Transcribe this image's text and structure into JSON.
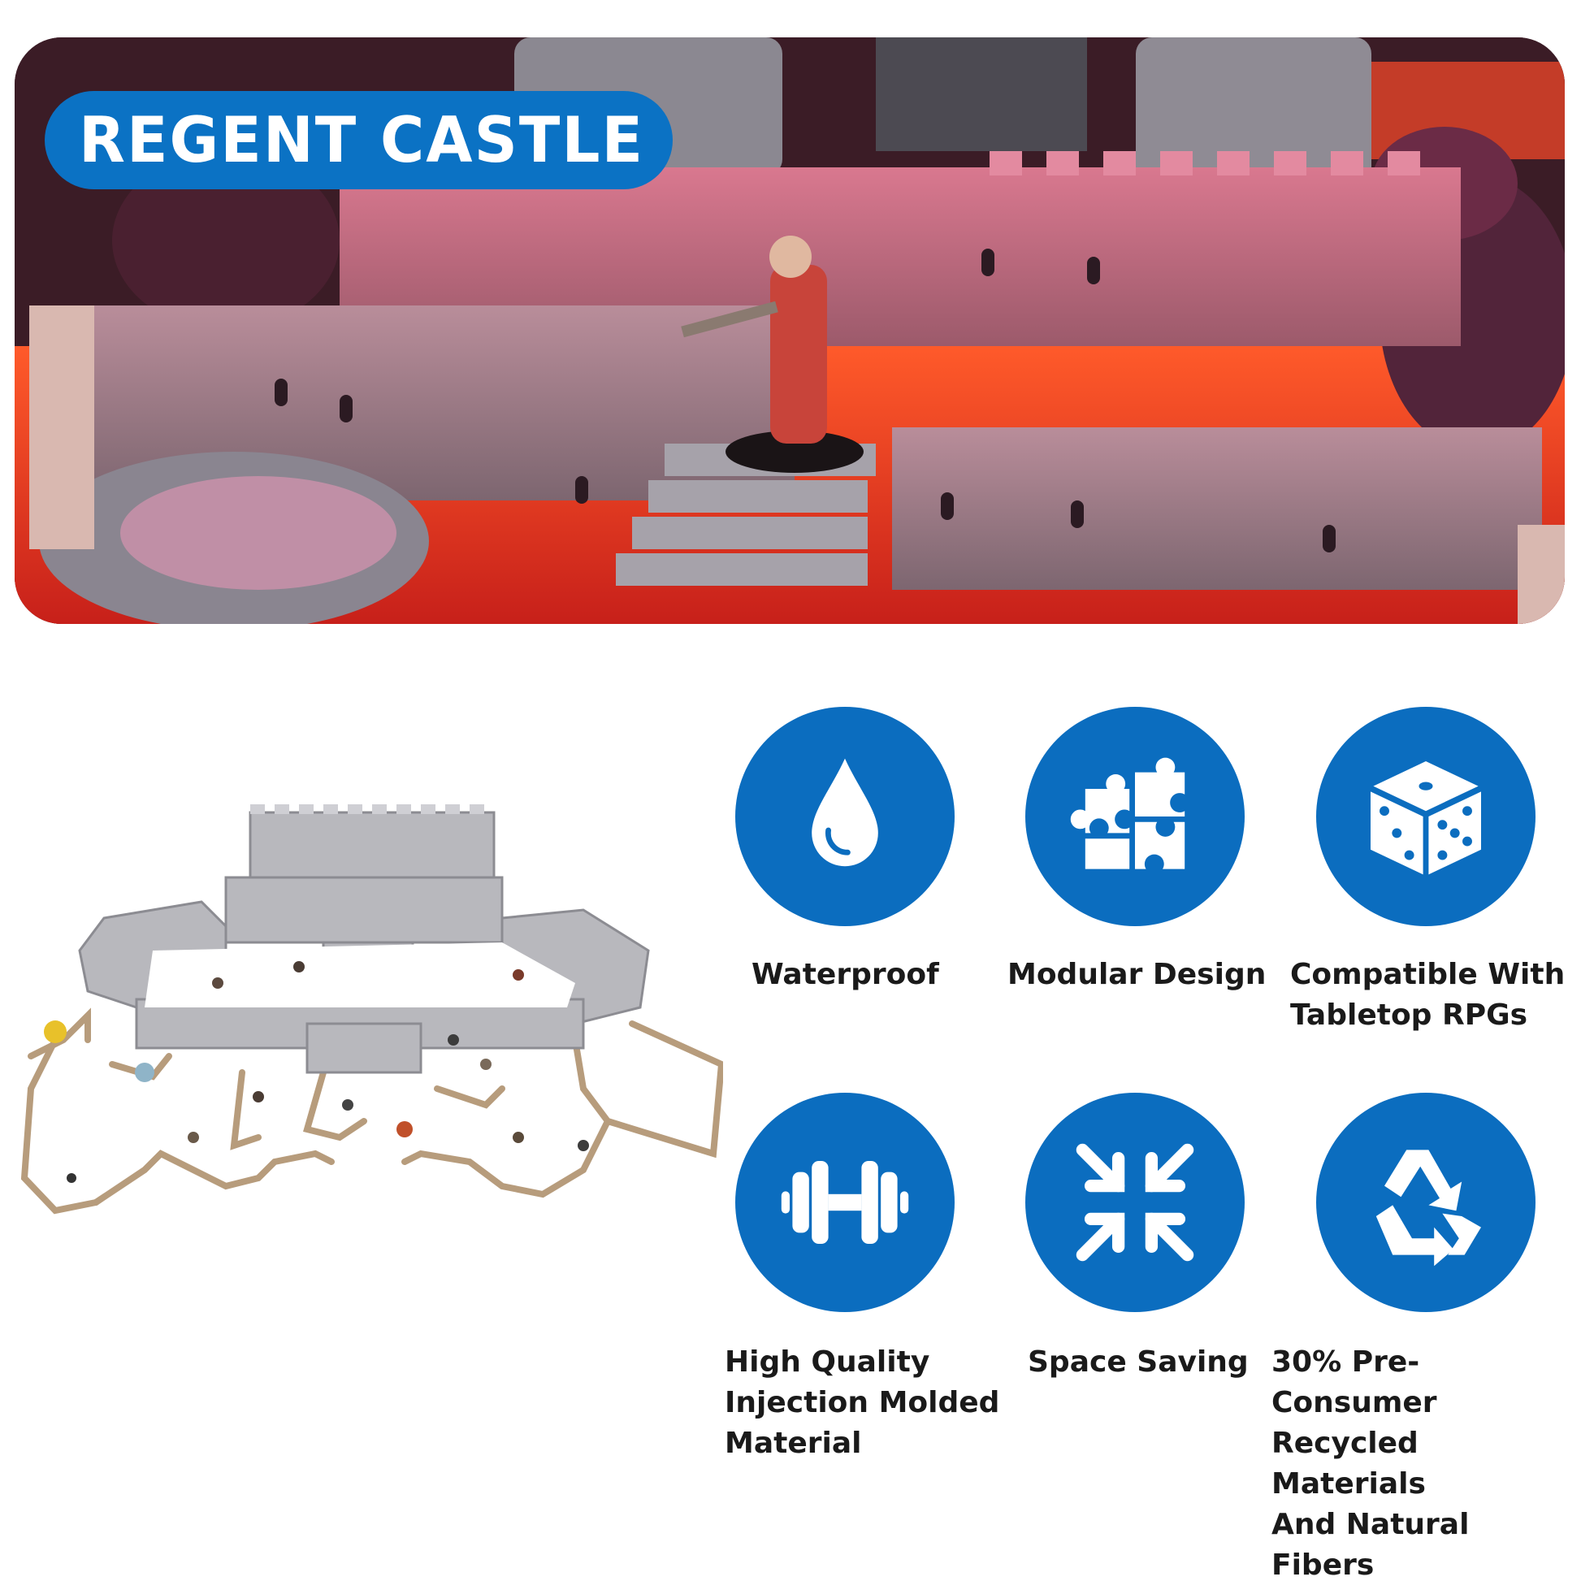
{
  "hero": {
    "title": "REGENT CASTLE",
    "image_name": "castle-lava-battle-photo"
  },
  "product": {
    "image_name": "regent-castle-full-layout-render"
  },
  "features": [
    {
      "label": "Waterproof",
      "icon": "water-drop-icon"
    },
    {
      "label": "Modular Design",
      "icon": "puzzle-icon"
    },
    {
      "label": "Compatible With\nTabletop RPGs",
      "icon": "dice-icon"
    },
    {
      "label": "High Quality\nInjection Molded\nMaterial",
      "icon": "dumbbell-icon"
    },
    {
      "label": "Space Saving",
      "icon": "compress-arrows-icon"
    },
    {
      "label": "30% Pre-Consumer\nRecycled Materials\nAnd Natural Fibers",
      "icon": "recycle-icon"
    }
  ],
  "colors": {
    "accent": "#0b6dbf",
    "title_pill": "#0b72c4",
    "text": "#1a1a1a"
  }
}
